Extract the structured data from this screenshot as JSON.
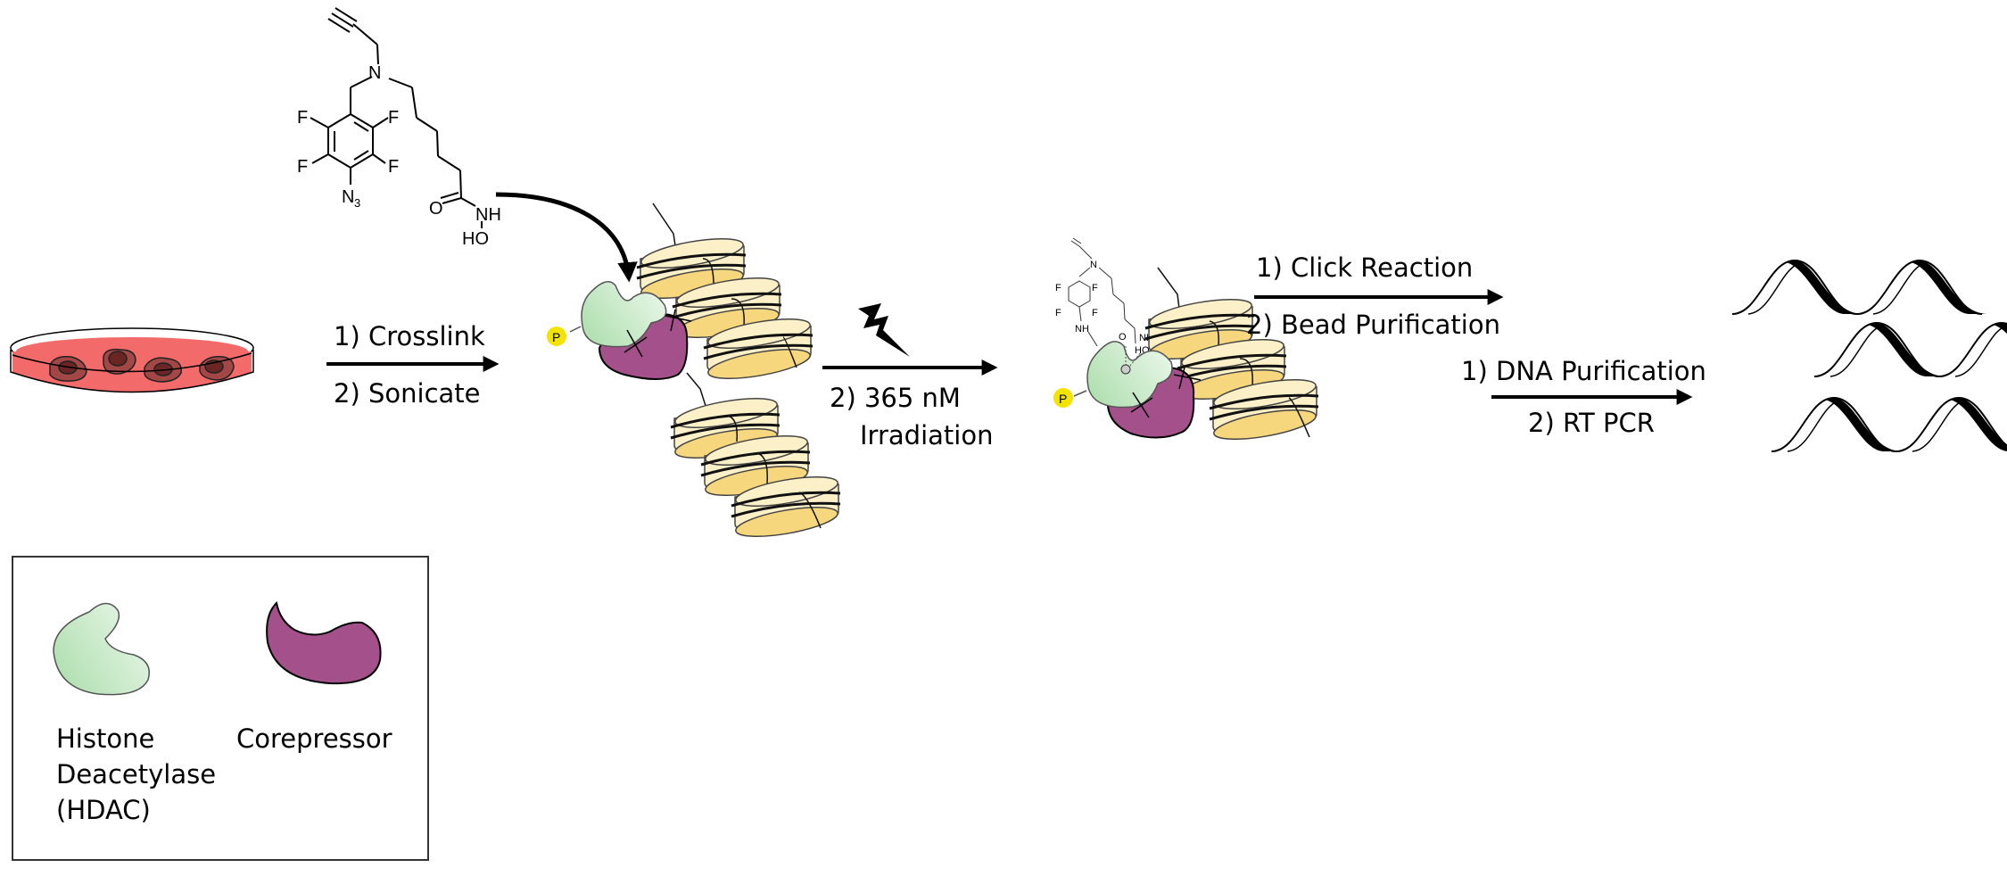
{
  "title": "Photo-crosslinking HDAC probe ChIP workflow",
  "probe": {
    "atoms": {
      "n": "N",
      "f": "F",
      "n3": "N",
      "n3_sub": "3",
      "o": "O",
      "nh": "NH",
      "ho": "HO"
    }
  },
  "steps": [
    {
      "id": "step1",
      "line1": "1) Crosslink",
      "line2": "2) Sonicate"
    },
    {
      "id": "step2",
      "line1": "2) 365 nM",
      "line2": "Irradiation"
    },
    {
      "id": "step3",
      "line1": "1) Click Reaction",
      "line2": "2) Bead Purification"
    },
    {
      "id": "step4",
      "line1": "1) DNA Purification",
      "line2": "2) RT PCR"
    }
  ],
  "labels": {
    "phospho": "P",
    "bound_probe": {
      "f": "F",
      "n": "N",
      "nh": "NH",
      "o": "O",
      "nh2": "NH",
      "ho": "HO"
    }
  },
  "legend": {
    "hdac": {
      "line1": "Histone",
      "line2": "Deacetylase",
      "line3": "(HDAC)"
    },
    "corepressor": {
      "label": "Corepressor"
    }
  },
  "colors": {
    "hdac_fill_light": "#e6f5e6",
    "hdac_fill_dark": "#b6e2b6",
    "corepressor_fill": "#a4508a",
    "nucleosome_fill": "#fbf0c8",
    "nucleosome_base": "#f6d77e",
    "media_fill": "#f26a6a",
    "cell_fill": "#a24745",
    "nucleus_fill": "#6b2623",
    "phospho_fill": "#f2e400"
  }
}
